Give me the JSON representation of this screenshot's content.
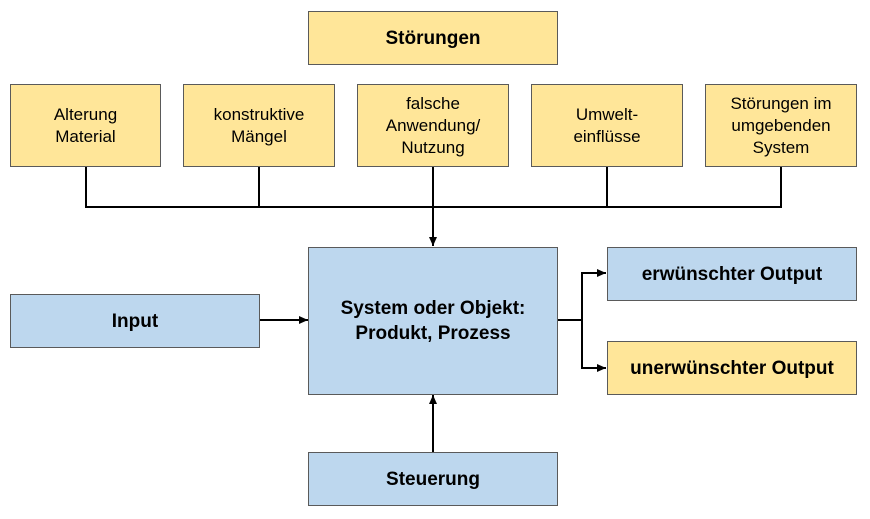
{
  "colors": {
    "disturbance_fill": "#ffe699",
    "system_fill": "#bdd7ee",
    "border": "#5a5a5a",
    "line": "#000000"
  },
  "diagram": {
    "disturbances_title": "Störungen",
    "disturbances": [
      "Alterung\nMaterial",
      "konstruktive\nMängel",
      "falsche\nAnwendung/\nNutzung",
      "Umwelt-\neinflüsse",
      "Störungen im\numgebenden\nSystem"
    ],
    "input": "Input",
    "system": "System oder Objekt:\nProdukt, Prozess",
    "control": "Steuerung",
    "output_desired": "erwünschter Output",
    "output_undesired": "unerwünschter Output"
  }
}
